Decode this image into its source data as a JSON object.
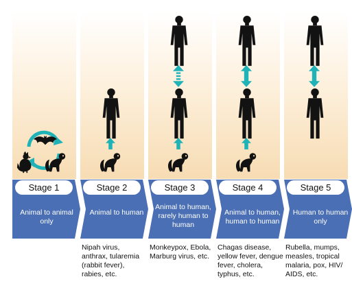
{
  "colors": {
    "arrow_band": "#4a6fb5",
    "teal": "#1fb3b8",
    "figure": "#121212"
  },
  "stages": [
    {
      "label": "Stage 1",
      "description": "Animal to animal only",
      "examples": ""
    },
    {
      "label": "Stage 2",
      "description": "Animal to human",
      "examples": "Nipah virus, anthrax, tularemia (rabbit fever), rabies, etc."
    },
    {
      "label": "Stage 3",
      "description": "Animal to human, rarely human to human",
      "examples": "Monkeypox, Ebola, Marburg virus, etc."
    },
    {
      "label": "Stage 4",
      "description": "Animal to human, human to human",
      "examples": "Chagas disease, yellow fever, dengue fever, cholera, typhus, etc."
    },
    {
      "label": "Stage 5",
      "description": "Human to human only",
      "examples": "Rubella, mumps, measles, tropical malaria, pox, HIV/ AIDS, etc."
    }
  ],
  "icons": {
    "human": "human-silhouette-icon",
    "monkey": "monkey-icon",
    "bird": "rooster-icon",
    "bat": "bat-icon",
    "cycle": "cycle-arrows-icon",
    "up_arrow": "up-arrow-icon",
    "double_arrow": "double-arrow-icon"
  }
}
